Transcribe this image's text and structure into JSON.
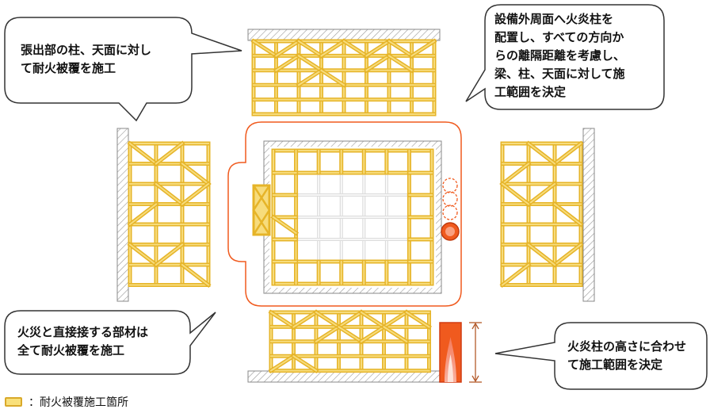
{
  "callouts": {
    "top_left": "張出部の柱、天面に対し\nて耐火被覆を施工",
    "top_right": "設備外周面へ火炎柱を\n配置し、すべての方向か\nらの離隔距離を考慮し、\n梁、柱、天面に対して施\n工範囲を決定",
    "bottom_left": "火災と直接接する部材は\n全て耐火被覆を施工",
    "bottom_right": "火炎柱の高さに合わせ\nて施工範囲を決定"
  },
  "legend": {
    "label": "：耐火被覆施工箇所"
  },
  "colors": {
    "beam": "#e6b428",
    "beam_light": "#f7dc7c",
    "grid_light": "#dcdcdc",
    "fire": "#f05a1e",
    "hatch": "#8a8a8a"
  }
}
